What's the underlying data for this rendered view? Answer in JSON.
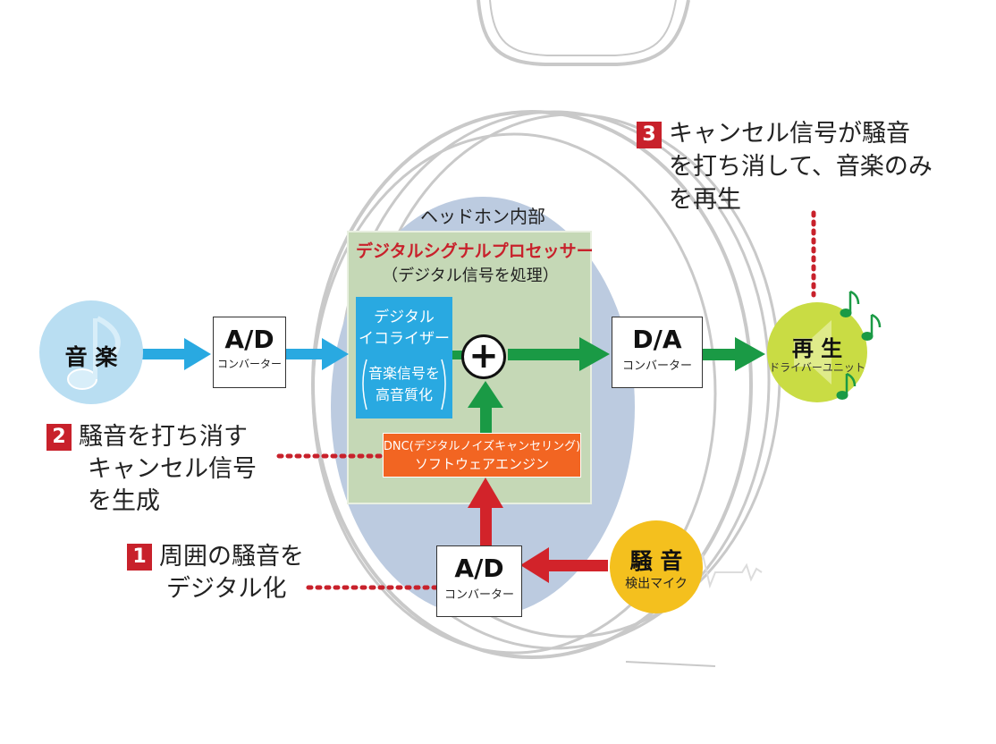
{
  "labels": {
    "headphone_inside": "ヘッドホン内部",
    "dsp_title": "デジタルシグナルプロセッサー",
    "dsp_sub": "（デジタル信号を処理）",
    "eq_line1": "デジタル",
    "eq_line2": "イコライザー",
    "eq_line3": "音楽信号を",
    "eq_line4": "高音質化",
    "dnc_line1": "DNC(デジタルノイズキャンセリング)",
    "dnc_line2": "ソフトウェアエンジン",
    "ad_main": "A/D",
    "ad_sub": "コンバーター",
    "da_main": "D/A",
    "da_sub": "コンバーター",
    "music": "音 楽",
    "play": "再 生",
    "driver": "ドライバーユニット",
    "noise": "騒 音",
    "mic": "検出マイク",
    "plus": "+"
  },
  "notes": {
    "n1": {
      "num": "1",
      "line1": "周囲の騒音を",
      "line2": "デジタル化"
    },
    "n2": {
      "num": "2",
      "line1": "騒音を打ち消す",
      "line2": "キャンセル信号",
      "line3": "を生成"
    },
    "n3": {
      "num": "3",
      "line1": "キャンセル信号が騒音",
      "line2": "を打ち消して、音楽のみ",
      "line3": "を再生"
    }
  },
  "colors": {
    "music_arrow": "#29a9e1",
    "green_arrow": "#1a9a45",
    "red_arrow": "#d2232a",
    "dsp_panel": "#c5d8b6",
    "dnc_box": "#f26522",
    "eq_box": "#29a9e1",
    "number_badge": "#c8212b",
    "dsp_title": "#c8212b"
  },
  "icons": {
    "music": "music-note-icon",
    "play": "speaker-icon",
    "noise": "waveform-icon"
  }
}
